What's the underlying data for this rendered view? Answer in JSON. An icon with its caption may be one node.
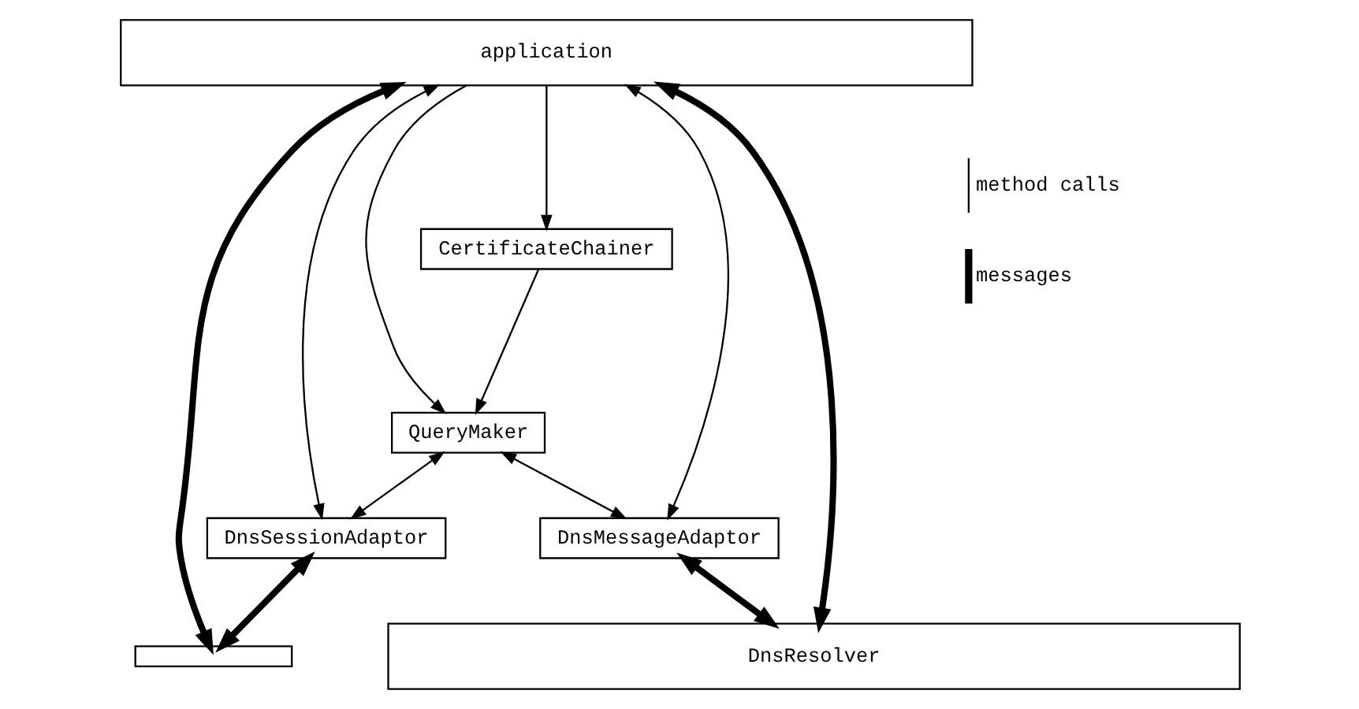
{
  "diagram": {
    "nodes": [
      {
        "text": [
          "application"
        ]
      },
      {
        "text": [
          "CertificateChainer"
        ]
      },
      {
        "text": [
          "QueryMaker"
        ]
      },
      {
        "text": [
          "DnsSessionAdaptor"
        ]
      },
      {
        "text": [
          "DnsMessageAdaptor"
        ]
      },
      {
        "text": [],
        "shape": "bar"
      },
      {
        "text": [
          "DnsResolver"
        ]
      }
    ],
    "edges": [
      {
        "from": 0,
        "to": 5,
        "arrow": "both",
        "style": "thick"
      },
      {
        "from": 0,
        "to": 3,
        "arrow": "both"
      },
      {
        "from": 0,
        "to": 1,
        "arrow": "to"
      },
      {
        "from": 1,
        "to": 2,
        "arrow": "to"
      },
      {
        "from": 0,
        "to": 2,
        "arrow": "to"
      },
      {
        "from": 2,
        "to": 3,
        "arrow": "both"
      },
      {
        "from": 2,
        "to": 4,
        "arrow": "both"
      },
      {
        "from": 0,
        "to": 4,
        "arrow": "both"
      },
      {
        "from": 0,
        "to": 6,
        "arrow": "both",
        "style": "thick"
      },
      {
        "from": 3,
        "to": 5,
        "arrow": "both",
        "style": "thick"
      },
      {
        "from": 4,
        "to": 6,
        "arrow": "both",
        "style": "thick"
      }
    ],
    "legend": [
      {
        "text": "method calls"
      },
      {
        "text": "messages"
      }
    ]
  }
}
